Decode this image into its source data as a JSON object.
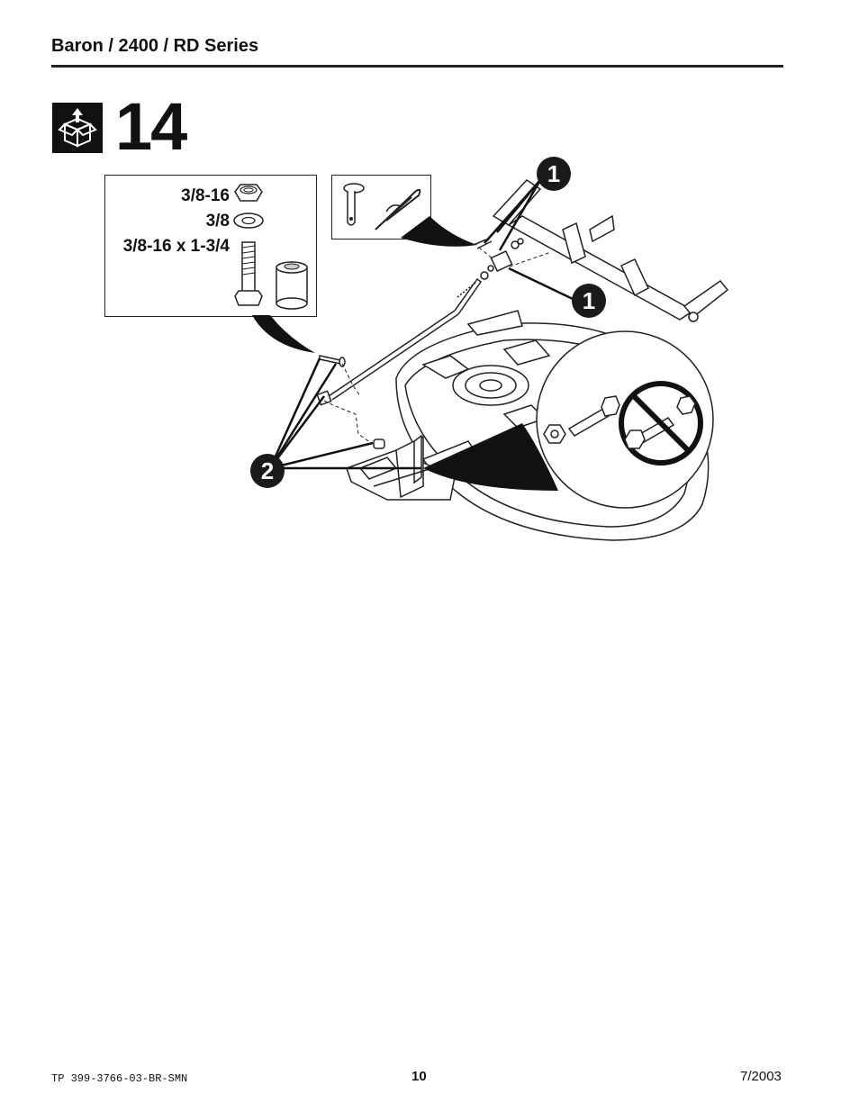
{
  "header": {
    "title": "Baron / 2400 / RD Series"
  },
  "step": {
    "number": "14",
    "icon": "hardware-box-icon"
  },
  "hardware": {
    "nut_label": "3/8-16",
    "washer_label": "3/8",
    "bolt_label": "3/8-16 x 1-3/4"
  },
  "callouts": {
    "one": "1",
    "two": "2"
  },
  "footer": {
    "doc_number": "TP 399-3766-03-BR-SMN",
    "page_number": "10",
    "date": "7/2003"
  }
}
